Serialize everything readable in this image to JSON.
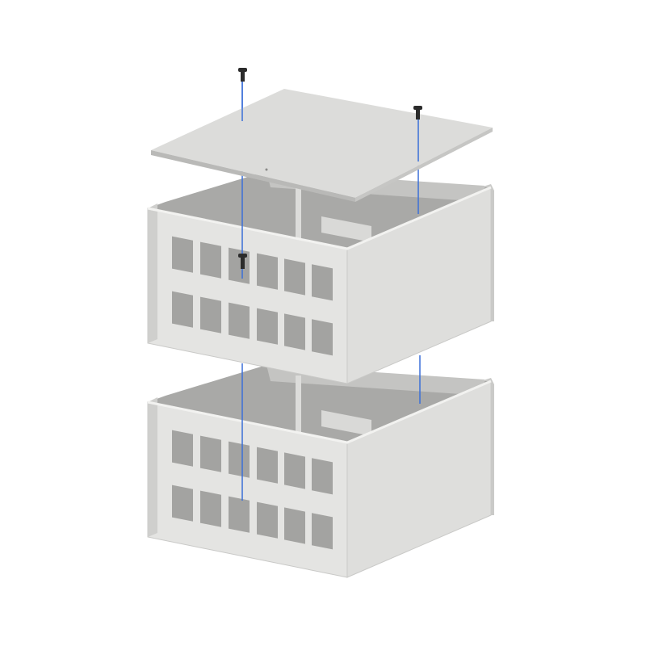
{
  "scene": {
    "subject": "exploded-enclosure-assembly",
    "colors": {
      "background": "#ffffff",
      "panel_light": "#e6e6e4",
      "panel_mid": "#d8d8d6",
      "panel_dark": "#bdbdbb",
      "interior": "#a9a9a7",
      "cutout": "#9a9a98",
      "axis_line": "#3a6fd8",
      "screw": "#2b2b2b"
    },
    "parts": [
      "top-cover-plate",
      "upper-enclosure-module",
      "lower-enclosure-module",
      "screws"
    ],
    "window_grid": {
      "columns": 6,
      "rows": 2
    }
  }
}
